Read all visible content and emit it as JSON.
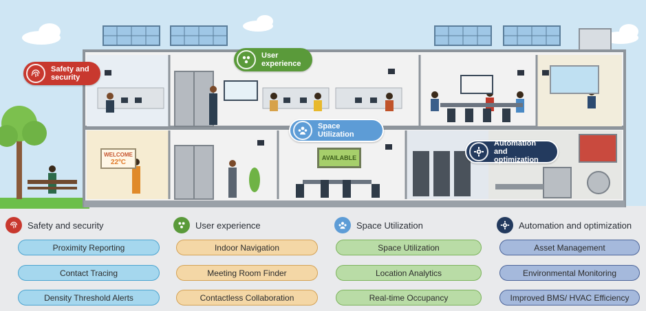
{
  "scene": {
    "bubbles": {
      "safety": {
        "line1": "Safety and",
        "line2": "security",
        "icon": "fingerprint-icon"
      },
      "user": {
        "line1": "User",
        "line2": "experience",
        "icon": "people-icon"
      },
      "space": {
        "label": "Space Utilization",
        "icon": "group-icon"
      },
      "automation": {
        "line1": "Automation and",
        "line2": "optimization",
        "icon": "gear-icon"
      }
    },
    "welcome_sign": {
      "label": "WELCOME",
      "temp": "22ºC"
    },
    "available_sign": {
      "label": "AVAILABLE"
    }
  },
  "categories": [
    {
      "title": "Safety and security",
      "icon": "fingerprint-icon",
      "color": "#c8382e",
      "items": [
        "Proximity Reporting",
        "Contact Tracing",
        "Density Threshold Alerts"
      ]
    },
    {
      "title": "User experience",
      "icon": "people-icon",
      "color": "#5a9a3a",
      "items": [
        "Indoor Navigation",
        "Meeting Room Finder",
        "Contactless Collaboration"
      ]
    },
    {
      "title": "Space Utilization",
      "icon": "group-icon",
      "color": "#5d9cd6",
      "items": [
        "Space Utilization",
        "Location Analytics",
        "Real-time Occupancy"
      ]
    },
    {
      "title": "Automation and optimization",
      "icon": "gear-icon",
      "color": "#233a5e",
      "items": [
        "Asset Management",
        "Environmental Monitoring",
        "Improved BMS/ HVAC Efficiency"
      ]
    }
  ]
}
